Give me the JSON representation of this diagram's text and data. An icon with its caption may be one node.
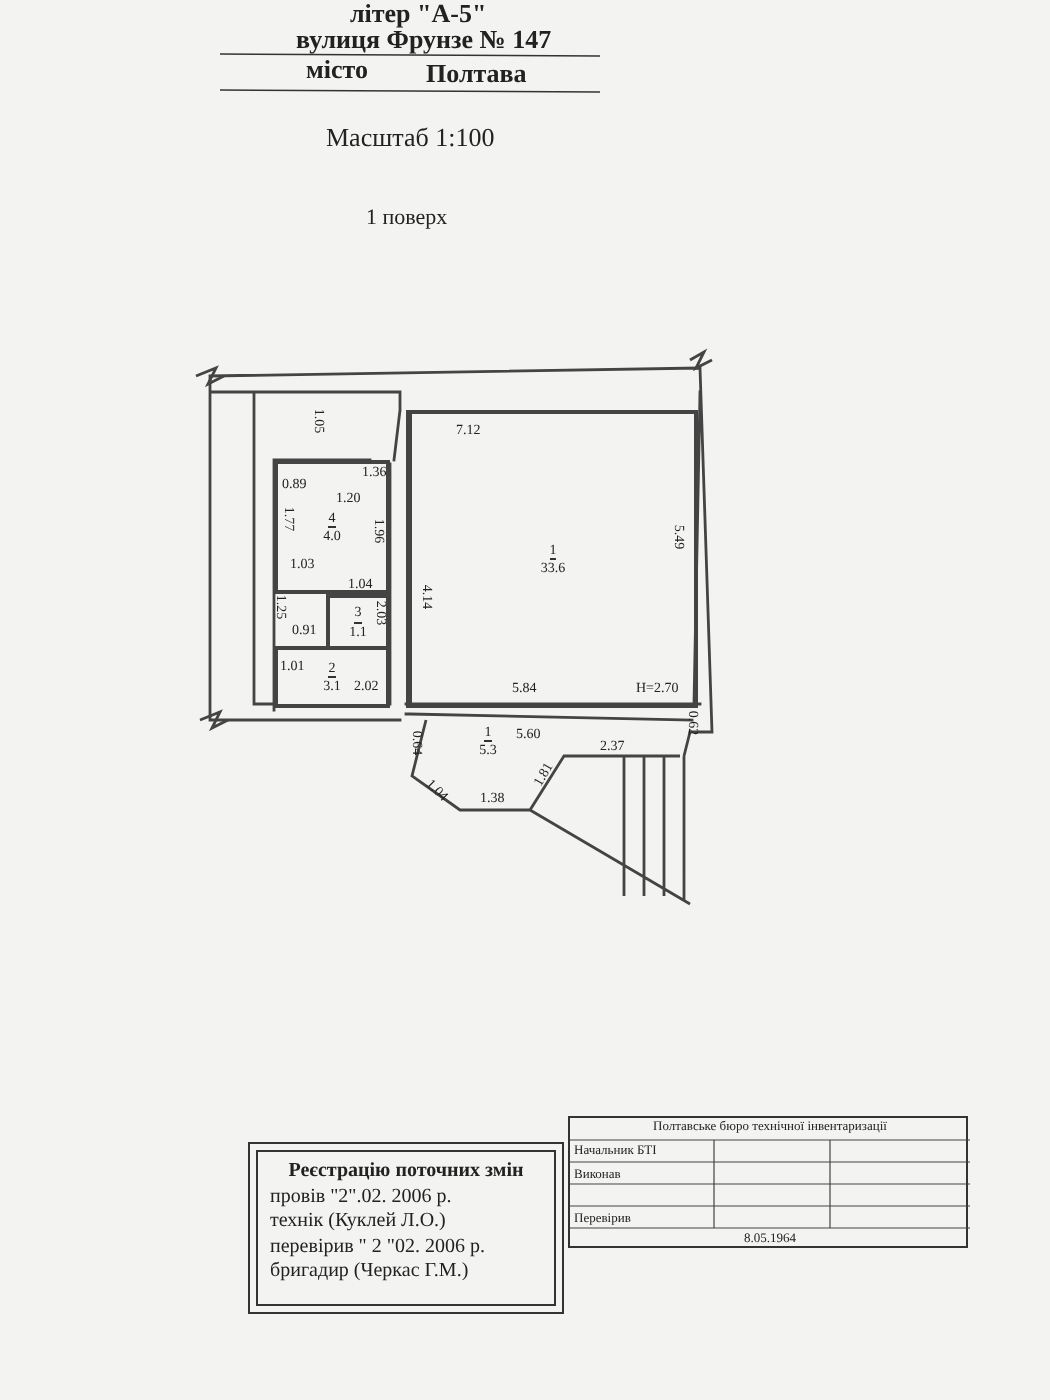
{
  "diagram": {
    "nodes": [
      {
        "text": [
          "1",
          "33.6"
        ]
      },
      {
        "text": [
          "4",
          "4.0"
        ]
      },
      {
        "text": [
          "3",
          "1.1"
        ]
      },
      {
        "text": [
          "2",
          "3.1"
        ]
      },
      {
        "text": [
          "1",
          "5.3"
        ]
      },
      {
        "text": [
          "Реєстрацію поточних змін",
          "провів \"2\".02. 2006 р.",
          "технік (Куклей Л.О.)",
          "перевірив \" 2 \"02. 2006 р.",
          "бригадир (Черкас Г.М.)"
        ]
      },
      {
        "text": [
          "Полтавське бюро технічної інвентаризації",
          "Начальник БТІ",
          "Виконав",
          "Перевірив",
          "8.05.1964"
        ]
      }
    ],
    "labels": [
      "літер \"А-5\"",
      "вулиця Фрунзе № 147",
      "місто",
      "Полтава",
      "Масштаб 1:100",
      "1 поверх",
      "7.12",
      "5.49",
      "1.05",
      "1.36",
      "0.89",
      "1.20",
      "1.77",
      "1.96",
      "1.03",
      "1.04",
      "2.03",
      "4.14",
      "1.25",
      "0.91",
      "1.01",
      "2.02",
      "5.84",
      "H=2.70",
      "5.60",
      "0.64",
      "1.04",
      "1.38",
      "1.81",
      "2.37",
      "0.62"
    ]
  }
}
